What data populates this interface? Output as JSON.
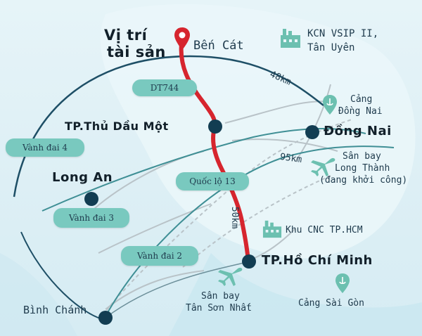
{
  "map": {
    "title": {
      "line1": "Vị trí",
      "line2": "tài sản"
    },
    "places": {
      "ben_cat": "Bến Cát",
      "thu_dau_mot": "TP.Thủ Dầu Một",
      "dong_nai": "Đồng Nai",
      "long_an": "Long An",
      "hcm": "TP.Hồ Chí Minh",
      "binh_chanh": "Bình Chánh"
    },
    "roads": {
      "dt744": "DT744",
      "quoc_lo_13": "Quốc lộ 13",
      "vanh_dai_4": "Vành đai 4",
      "vanh_dai_3": "Vành đai 3",
      "vanh_dai_2": "Vành đai 2"
    },
    "distances": {
      "km48": "48km",
      "km95": "95km",
      "km50": "50km"
    },
    "pois": {
      "vsip": {
        "line1": "KCN VSIP II,",
        "line2": "Tân Uyên"
      },
      "cang_dong_nai": {
        "line1": "Cảng",
        "line2": "Đồng Nai"
      },
      "long_thanh": {
        "line1": "Sân bay",
        "line2": "Long Thành",
        "line3": "(đang khởi công)"
      },
      "khu_cnc": "Khu CNC TP.HCM",
      "tan_son_nhat": {
        "line1": "Sân bay",
        "line2": "Tân Sơn Nhất"
      },
      "cang_sai_gon": "Cảng Sài Gòn"
    },
    "colors": {
      "route_red": "#d6252e",
      "dot_navy": "#123d52",
      "pill_teal": "#79c9bf",
      "icon_green": "#6cc0b0",
      "ring_road_dark": "#1e4f66",
      "ring_road_teal": "#3f8f95"
    },
    "icons": {
      "pin": "location-pin-icon",
      "factory": "factory-icon",
      "port": "port-pin-icon",
      "airplane": "airplane-icon"
    }
  }
}
